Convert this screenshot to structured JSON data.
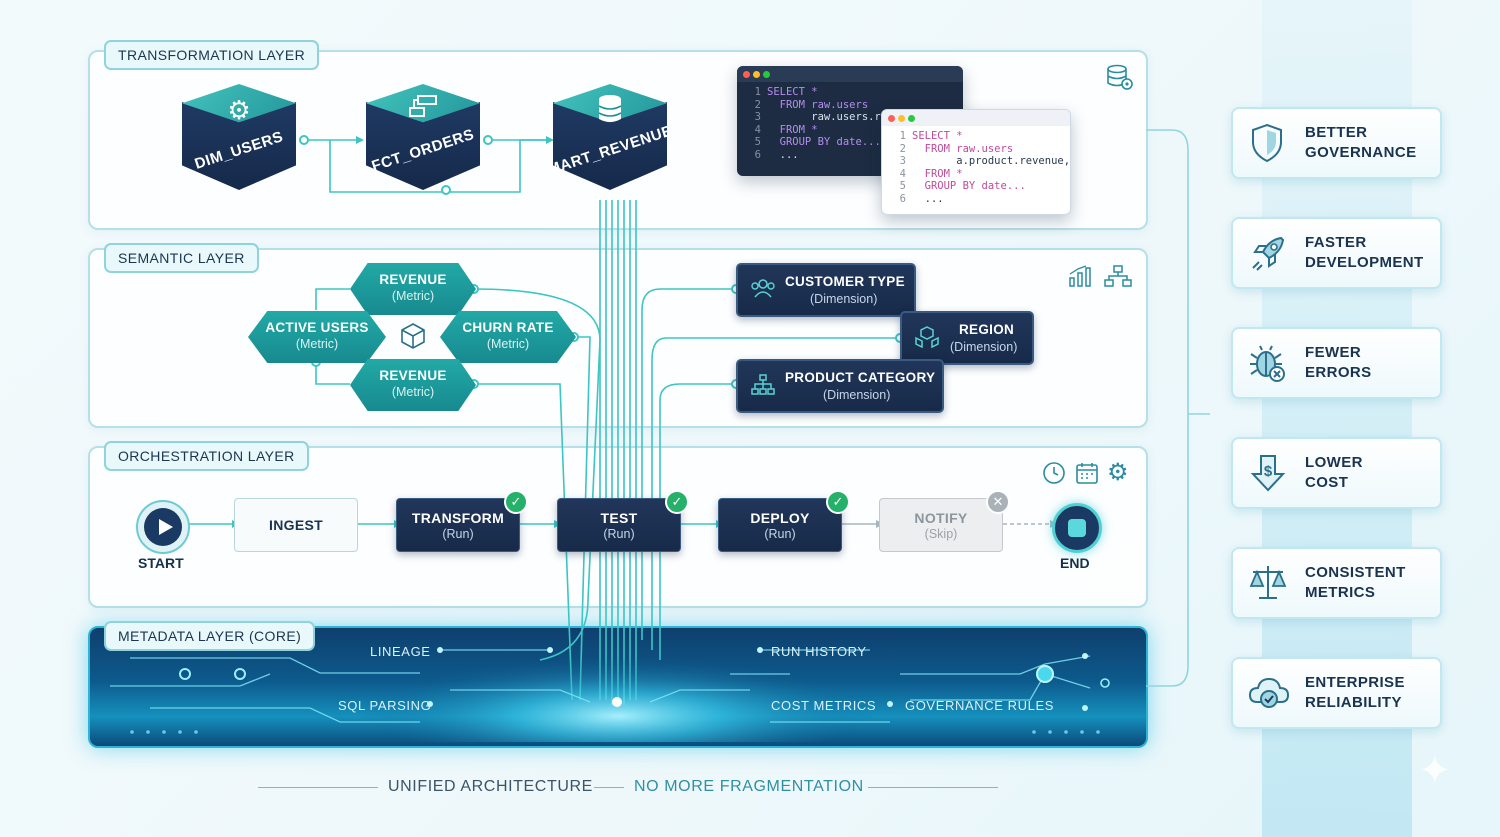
{
  "layers": {
    "transformation": "TRANSFORMATION LAYER",
    "semantic": "SEMANTIC LAYER",
    "orchestration": "ORCHESTRATION LAYER",
    "metadata": "METADATA LAYER (CORE)"
  },
  "models": [
    {
      "label": "DIM_USERS",
      "icon": "gear-icon"
    },
    {
      "label": "FCT_ORDERS",
      "icon": "table-icon"
    },
    {
      "label": "MART_REVENUE",
      "icon": "database-icon"
    }
  ],
  "code_back": [
    {
      "n": "1",
      "code": "SELECT *"
    },
    {
      "n": "2",
      "code": "  FROM raw.users"
    },
    {
      "n": "3",
      "code": "       raw.users.re"
    },
    {
      "n": "4",
      "code": "  FROM *"
    },
    {
      "n": "5",
      "code": "  GROUP BY date..."
    },
    {
      "n": "6",
      "code": "  ..."
    }
  ],
  "code_front": [
    {
      "n": "1",
      "code": "SELECT *"
    },
    {
      "n": "2",
      "code": "  FROM raw.users"
    },
    {
      "n": "3",
      "code": "       a.product.revenue,"
    },
    {
      "n": "4",
      "code": "  FROM *"
    },
    {
      "n": "5",
      "code": "  GROUP BY date..."
    },
    {
      "n": "6",
      "code": "  ..."
    }
  ],
  "metrics": {
    "revenue_top": {
      "title": "REVENUE",
      "sub": "(Metric)"
    },
    "active_users": {
      "title": "ACTIVE USERS",
      "sub": "(Metric)"
    },
    "churn_rate": {
      "title": "CHURN RATE",
      "sub": "(Metric)"
    },
    "revenue_bottom": {
      "title": "REVENUE",
      "sub": "(Metric)"
    }
  },
  "dimensions": {
    "customer_type": {
      "title": "CUSTOMER TYPE",
      "sub": "(Dimension)",
      "icon": "users-icon"
    },
    "region": {
      "title": "REGION",
      "sub": "(Dimension)",
      "icon": "cubes-icon"
    },
    "product_category": {
      "title": "PRODUCT CATEGORY",
      "sub": "(Dimension)",
      "icon": "hierarchy-icon"
    }
  },
  "pipeline": {
    "start": "START",
    "ingest": "INGEST",
    "transform": {
      "title": "TRANSFORM",
      "sub": "(Run)",
      "status": "success"
    },
    "test": {
      "title": "TEST",
      "sub": "(Run)",
      "status": "success"
    },
    "deploy": {
      "title": "DEPLOY",
      "sub": "(Run)",
      "status": "success"
    },
    "notify": {
      "title": "NOTIFY",
      "sub": "(Skip)",
      "status": "skipped"
    },
    "end": "END"
  },
  "metadata": {
    "lineage": "LINEAGE",
    "sql_parsing": "SQL PARSING",
    "run_history": "RUN HISTORY",
    "cost_metrics": "COST METRICS",
    "governance_rules": "GOVERNANCE RULES"
  },
  "benefits": [
    {
      "line1": "BETTER",
      "line2": "GOVERNANCE",
      "icon": "shield-icon"
    },
    {
      "line1": "FASTER",
      "line2": "DEVELOPMENT",
      "icon": "rocket-icon"
    },
    {
      "line1": "FEWER",
      "line2": "ERRORS",
      "icon": "bug-icon"
    },
    {
      "line1": "LOWER",
      "line2": "COST",
      "icon": "dollar-down-icon"
    },
    {
      "line1": "CONSISTENT",
      "line2": "METRICS",
      "icon": "scales-icon"
    },
    {
      "line1": "ENTERPRISE",
      "line2": "RELIABILITY",
      "icon": "cloud-check-icon"
    }
  ],
  "footer": {
    "left": "UNIFIED ARCHITECTURE",
    "right": "NO MORE FRAGMENTATION"
  },
  "colors": {
    "accent": "#2bb7b3",
    "navy": "#1b2f52",
    "success": "#25b16a",
    "metadata_bg": "#0f4a7a"
  }
}
